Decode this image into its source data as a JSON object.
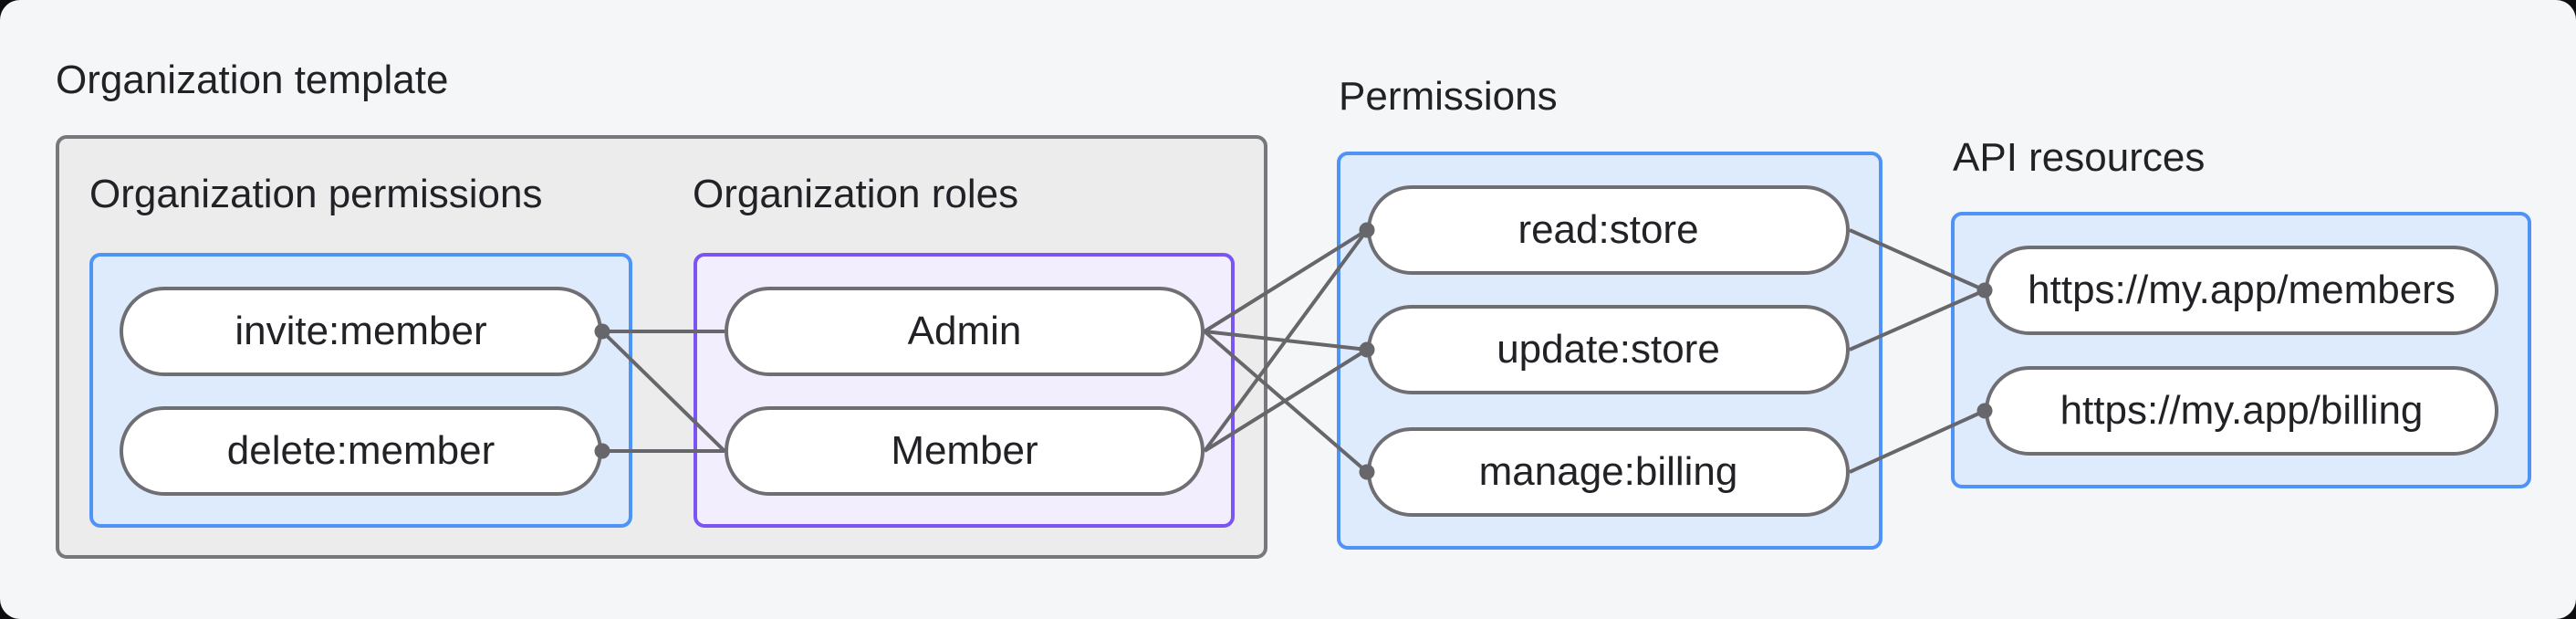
{
  "diagram": {
    "title": "Organization template",
    "groups": {
      "org_permissions": {
        "label": "Organization permissions"
      },
      "org_roles": {
        "label": "Organization roles"
      },
      "permissions": {
        "label": "Permissions"
      },
      "api_resources": {
        "label": "API resources"
      }
    },
    "nodes": [
      {
        "id": "invite",
        "group": "org_permissions",
        "label": "invite:member"
      },
      {
        "id": "delete",
        "group": "org_permissions",
        "label": "delete:member"
      },
      {
        "id": "admin",
        "group": "org_roles",
        "label": "Admin"
      },
      {
        "id": "member",
        "group": "org_roles",
        "label": "Member"
      },
      {
        "id": "read",
        "group": "permissions",
        "label": "read:store"
      },
      {
        "id": "update",
        "group": "permissions",
        "label": "update:store"
      },
      {
        "id": "manage",
        "group": "permissions",
        "label": "manage:billing"
      },
      {
        "id": "members_api",
        "group": "api_resources",
        "label": "https://my.app/members"
      },
      {
        "id": "billing_api",
        "group": "api_resources",
        "label": "https://my.app/billing"
      }
    ],
    "edges": [
      {
        "from": "invite",
        "to": "admin"
      },
      {
        "from": "invite",
        "to": "member"
      },
      {
        "from": "delete",
        "to": "member"
      },
      {
        "from": "admin",
        "to": "read"
      },
      {
        "from": "admin",
        "to": "update"
      },
      {
        "from": "admin",
        "to": "manage"
      },
      {
        "from": "member",
        "to": "read"
      },
      {
        "from": "member",
        "to": "update"
      },
      {
        "from": "read",
        "to": "members_api"
      },
      {
        "from": "update",
        "to": "members_api"
      },
      {
        "from": "manage",
        "to": "billing_api"
      }
    ],
    "colors": {
      "background": "#f5f6f7",
      "outer_box_fill": "#ececed",
      "outer_box_border": "#77777c",
      "blue_fill": "#ddebfc",
      "blue_border": "#4f93f6",
      "purple_fill": "#f3eefd",
      "purple_border": "#7a55f1",
      "pill_fill": "#ffffff",
      "pill_border": "#6e6e73",
      "connector": "#66666b",
      "text": "#212126"
    }
  }
}
